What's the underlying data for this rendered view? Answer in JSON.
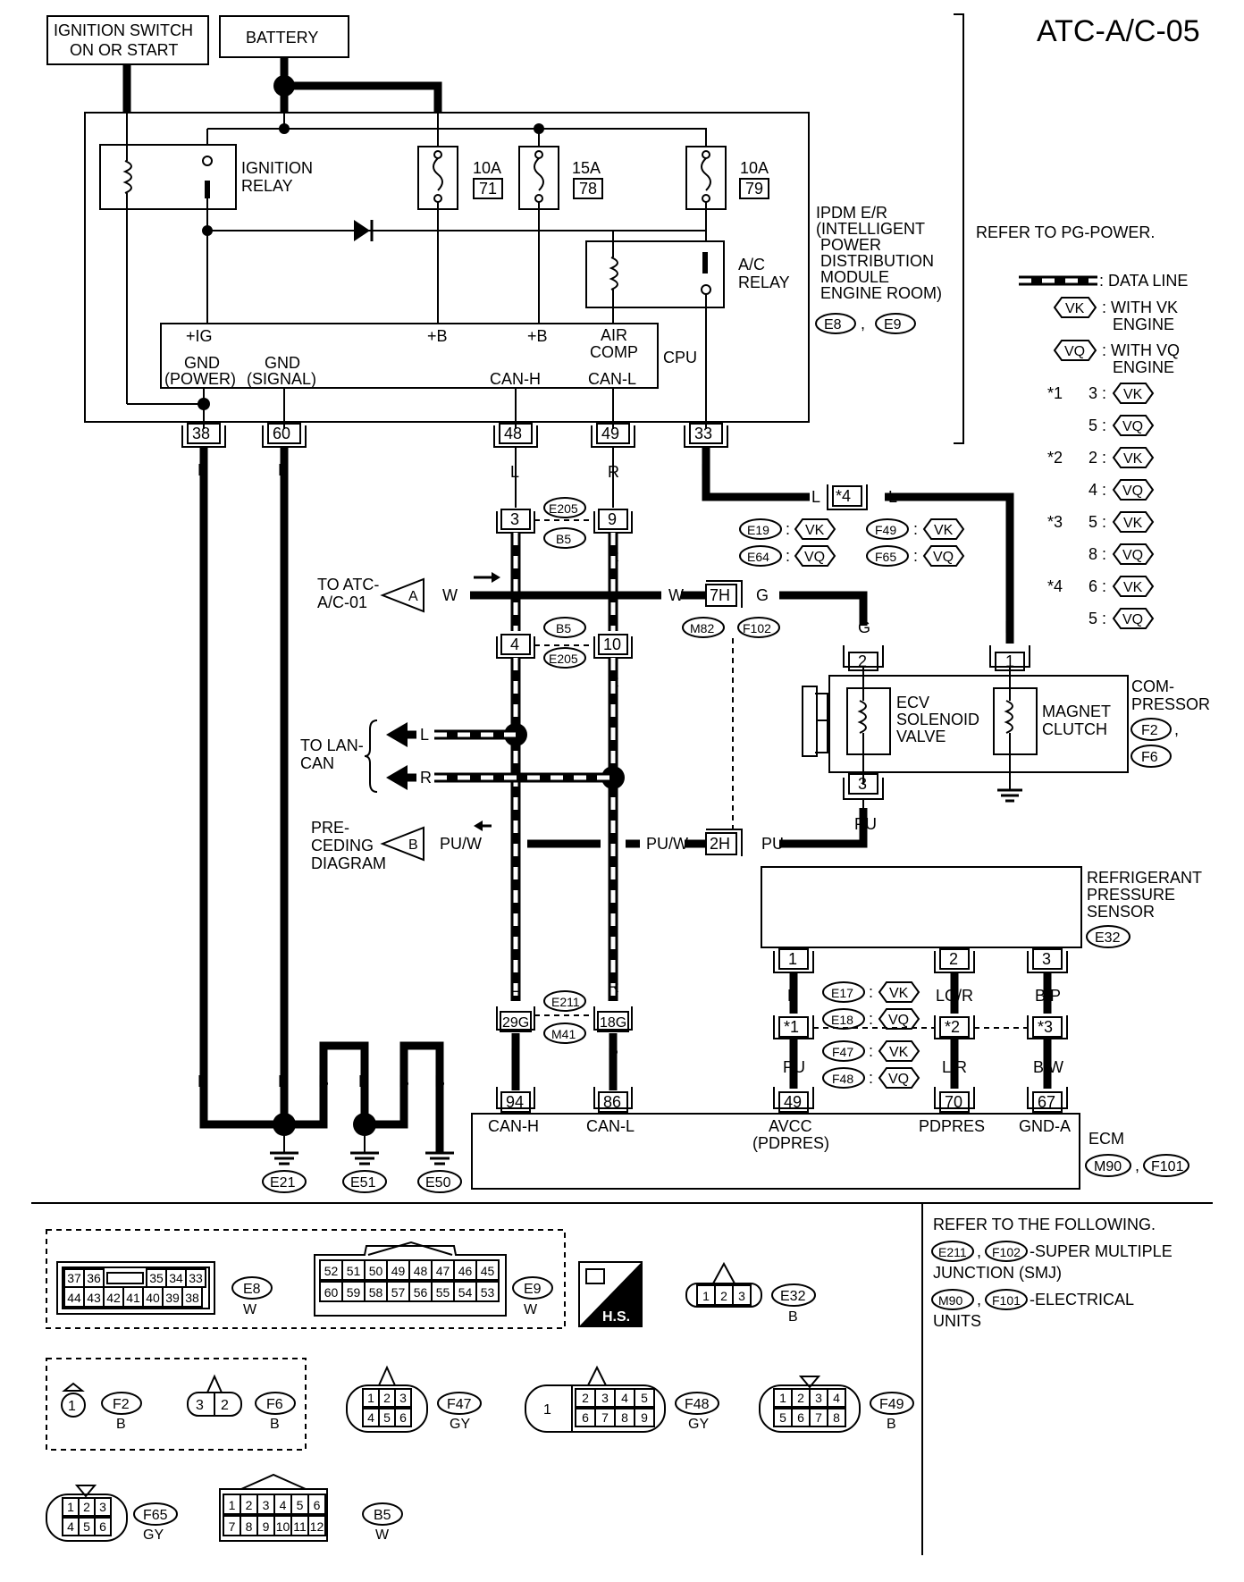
{
  "page_code": "ATC-A/C-05",
  "header": {
    "ignition_label_1": "IGNITION SWITCH",
    "ignition_label_2": "ON OR START",
    "battery_label": "BATTERY"
  },
  "ipdm": {
    "ignition_relay_1": "IGNITION",
    "ignition_relay_2": "RELAY",
    "fuse_71_amp": "10A",
    "fuse_71_no": "71",
    "fuse_78_amp": "15A",
    "fuse_78_no": "78",
    "fuse_79_amp": "10A",
    "fuse_79_no": "79",
    "ac_relay_1": "A/C",
    "ac_relay_2": "RELAY",
    "cpu_ig": "+IG",
    "cpu_b1": "+B",
    "cpu_b2": "+B",
    "cpu_aircomp_1": "AIR",
    "cpu_aircomp_2": "COMP",
    "cpu_gnd_power_1": "GND",
    "cpu_gnd_power_2": "(POWER)",
    "cpu_gnd_signal_1": "GND",
    "cpu_gnd_signal_2": "(SIGNAL)",
    "cpu_canh": "CAN-H",
    "cpu_canl": "CAN-L",
    "cpu_label": "CPU",
    "name_1": "IPDM E/R",
    "name_2": "(INTELLIGENT",
    "name_3": "POWER",
    "name_4": "DISTRIBUTION",
    "name_5": "MODULE",
    "name_6": "ENGINE ROOM)",
    "conn_1": "E8",
    "conn_2": "E9",
    "pins": [
      "38",
      "60",
      "48",
      "49",
      "33"
    ]
  },
  "legend": {
    "refer_pg": "REFER TO PG-POWER.",
    "data_line": ": DATA LINE",
    "with_vk_1": ": WITH VK",
    "with_vk_2": "ENGINE",
    "with_vq_1": ": WITH VQ",
    "with_vq_2": "ENGINE",
    "vk": "VK",
    "vq": "VQ",
    "star1": "*1",
    "star2": "*2",
    "star3": "*3",
    "star4": "*4",
    "s1_vk": "3 :",
    "s1_vq": "5 :",
    "s2_vk": "2 :",
    "s2_vq": "4 :",
    "s3_vk": "5 :",
    "s3_vq": "8 :",
    "s4_vk": "6 :",
    "s4_vq": "5 :"
  },
  "wires": {
    "b": "B",
    "l": "L",
    "r": "R",
    "w": "W",
    "g": "G",
    "p": "P",
    "pu": "PU",
    "puw": "PU/W",
    "lgr": "LG/R",
    "bp": "B/P",
    "lr": "L/R",
    "bw": "B/W",
    "star4": "*4"
  },
  "joints": {
    "e205": "E205",
    "b5": "B5",
    "pin3": "3",
    "pin9": "9",
    "pin4": "4",
    "pin10": "10",
    "e211": "E211",
    "m41": "M41",
    "pin29g": "29G",
    "pin18g": "18G",
    "e19": "E19",
    "e64": "E64",
    "f49": "F49",
    "f65": "F65",
    "colon": ":",
    "pin7h": "7H",
    "pin2h": "2H",
    "m82": "M82",
    "f102": "F102",
    "e17": "E17",
    "e18": "E18",
    "f47": "F47",
    "f48": "F48",
    "star1": "*1",
    "star2": "*2",
    "star3": "*3"
  },
  "left": {
    "to_atc_1": "TO ATC-",
    "to_atc_2": "A/C-01",
    "to_atc_tag": "A",
    "to_lan_1": "TO LAN-",
    "to_lan_2": "CAN",
    "preceding_1": "PRE-",
    "preceding_2": "CEDING",
    "preceding_3": "DIAGRAM",
    "preceding_tag": "B"
  },
  "compressor": {
    "pin2": "2",
    "pin1": "1",
    "pin3": "3",
    "ecv_1": "ECV",
    "ecv_2": "SOLENOID",
    "ecv_3": "VALVE",
    "mag_1": "MAGNET",
    "mag_2": "CLUTCH",
    "name_1": "COM-",
    "name_2": "PRESSOR",
    "conn_1": "F2",
    "conn_2": "F6"
  },
  "sensor": {
    "name_1": "REFRIGERANT",
    "name_2": "PRESSURE",
    "name_3": "SENSOR",
    "conn": "E32",
    "pin1": "1",
    "pin2": "2",
    "pin3": "3"
  },
  "ecm": {
    "pins": [
      "94",
      "86",
      "49",
      "70",
      "67"
    ],
    "canh": "CAN-H",
    "canl": "CAN-L",
    "avcc_1": "AVCC",
    "avcc_2": "(PDPRES)",
    "pdpres": "PDPRES",
    "gnda": "GND-A",
    "name": "ECM",
    "conn_1": "M90",
    "conn_2": "F101"
  },
  "grounds": [
    "E21",
    "E51",
    "E50"
  ],
  "footer": {
    "refer_1": "REFER TO THE FOLLOWING.",
    "refer_2a": "E211",
    "refer_2b": "F102",
    "refer_2c": "-SUPER MULTIPLE",
    "refer_3": "JUNCTION (SMJ)",
    "refer_4a": "M90",
    "refer_4b": "F101",
    "refer_4c": "-ELECTRICAL",
    "refer_5": "UNITS",
    "hs": "H.S.",
    "e8_top": [
      "37",
      "36",
      "35",
      "34",
      "33"
    ],
    "e8_bot": [
      "44",
      "43",
      "42",
      "41",
      "40",
      "39",
      "38"
    ],
    "e8_name": "E8",
    "e8_color": "W",
    "e9_top": [
      "52",
      "51",
      "50",
      "49",
      "48",
      "47",
      "46",
      "45"
    ],
    "e9_bot": [
      "60",
      "59",
      "58",
      "57",
      "56",
      "55",
      "54",
      "53"
    ],
    "e9_name": "E9",
    "e9_color": "W",
    "e32_pins": [
      "1",
      "2",
      "3"
    ],
    "e32_name": "E32",
    "e32_color": "B",
    "f2_pin": "1",
    "f2_name": "F2",
    "f2_color": "B",
    "f6_pins": [
      "3",
      "2"
    ],
    "f6_name": "F6",
    "f6_color": "B",
    "f47_top": [
      "1",
      "2",
      "3"
    ],
    "f47_bot": [
      "4",
      "5",
      "6"
    ],
    "f47_name": "F47",
    "f47_color": "GY",
    "f48_left": "1",
    "f48_top": [
      "2",
      "3",
      "4",
      "5"
    ],
    "f48_bot": [
      "6",
      "7",
      "8",
      "9"
    ],
    "f48_name": "F48",
    "f48_color": "GY",
    "f49_top": [
      "1",
      "2",
      "3",
      "4"
    ],
    "f49_bot": [
      "5",
      "6",
      "7",
      "8"
    ],
    "f49_name": "F49",
    "f49_color": "B",
    "f65_top": [
      "1",
      "2",
      "3"
    ],
    "f65_bot": [
      "4",
      "5",
      "6"
    ],
    "f65_name": "F65",
    "f65_color": "GY",
    "b5_top": [
      "1",
      "2",
      "3",
      "4",
      "5",
      "6"
    ],
    "b5_bot": [
      "7",
      "8",
      "9",
      "10",
      "11",
      "12"
    ],
    "b5_name": "B5",
    "b5_color": "W"
  }
}
